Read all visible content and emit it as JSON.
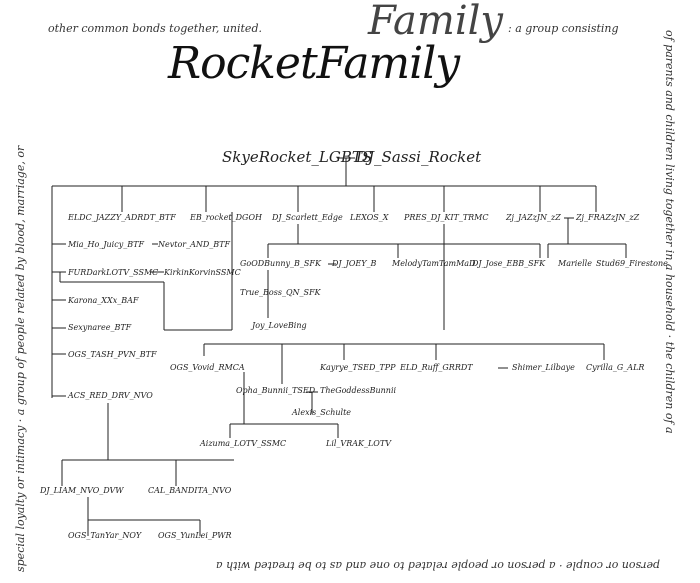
{
  "title": "RocketFamily",
  "word": "Family",
  "definition": {
    "top_left": "other common bonds together, united.",
    "top_right": ": a group consisting",
    "right": "of parents and children living together in a household · the children of a",
    "bottom": "person or couple · a person or people related to one and as to be treated with a",
    "left": "special loyalty or intimacy · a group of people related by blood, marriage, or"
  },
  "root": {
    "left": "SkyeRocket_LGBTS",
    "right": "DJ_Sassi_Rocket"
  },
  "nodes": {
    "eldc_jazzy": "ELDC_JAZZY_ADRDT_BTF",
    "mia": "Mia_Ho_Juicy_BTF",
    "nevtor": "Nevtor_AND_BTF",
    "furdark": "FURDarkLOTV_SSMC",
    "kirkin": "KirkinKorvinSSMC",
    "karona": "Karona_XXx_BAF",
    "sexynaree": "Sexynaree_BTF",
    "ogs_tash": "OGS_TASH_PVN_BTF",
    "acs_red": "ACS_RED_DRV_NVO",
    "dj_liam": "DJ_LIAM_NVO_DVW",
    "cal_bandita": "CAL_BANDITA_NVO",
    "ogs_tanyar": "OGS_TanYar_NOY",
    "ogs_yunlei": "OGS_YunLei_PWR",
    "eb_rocket": "EB_rocket_DGOH",
    "dj_scarlett": "DJ_Scarlett_Edge",
    "lexos": "LEXOS_X",
    "pres": "PRES_DJ_KIT_TRMC",
    "zj_jazjin": "Zj_JAZzJN_zZ",
    "zj_frazjin": "Zj_FRAZzJN_zZ",
    "marielle": "Marielle",
    "stud69": "Stud69_Firestone",
    "goodbunny": "GoODBunny_B_SFK",
    "dj_joey": "DJ_JOEY_B",
    "melody": "MelodyTamTamMaD",
    "dj_jose": "DJ_Jose_EBB_SFK",
    "true_boss": "True_Boss_QN_SFK",
    "joy": "Joy_LoveBing",
    "ogs_vovid": "OGS_Vovid_RMCA",
    "kayrye": "Kayrye_TSED_TPP",
    "eld_ruff": "ELD_Ruff_GRRDT",
    "shimer": "Shimer_Lilbaye",
    "cyrilla": "Cyrilla_G_ALR",
    "opha": "Opha_Bunnii_TSED",
    "goddess": "TheGoddessBunnii",
    "alexis": "Alexis_Schulte",
    "aizuma": "Aizuma_LOTV_SSMC",
    "lil_vrak": "Lil_VRAK_LOTV"
  }
}
